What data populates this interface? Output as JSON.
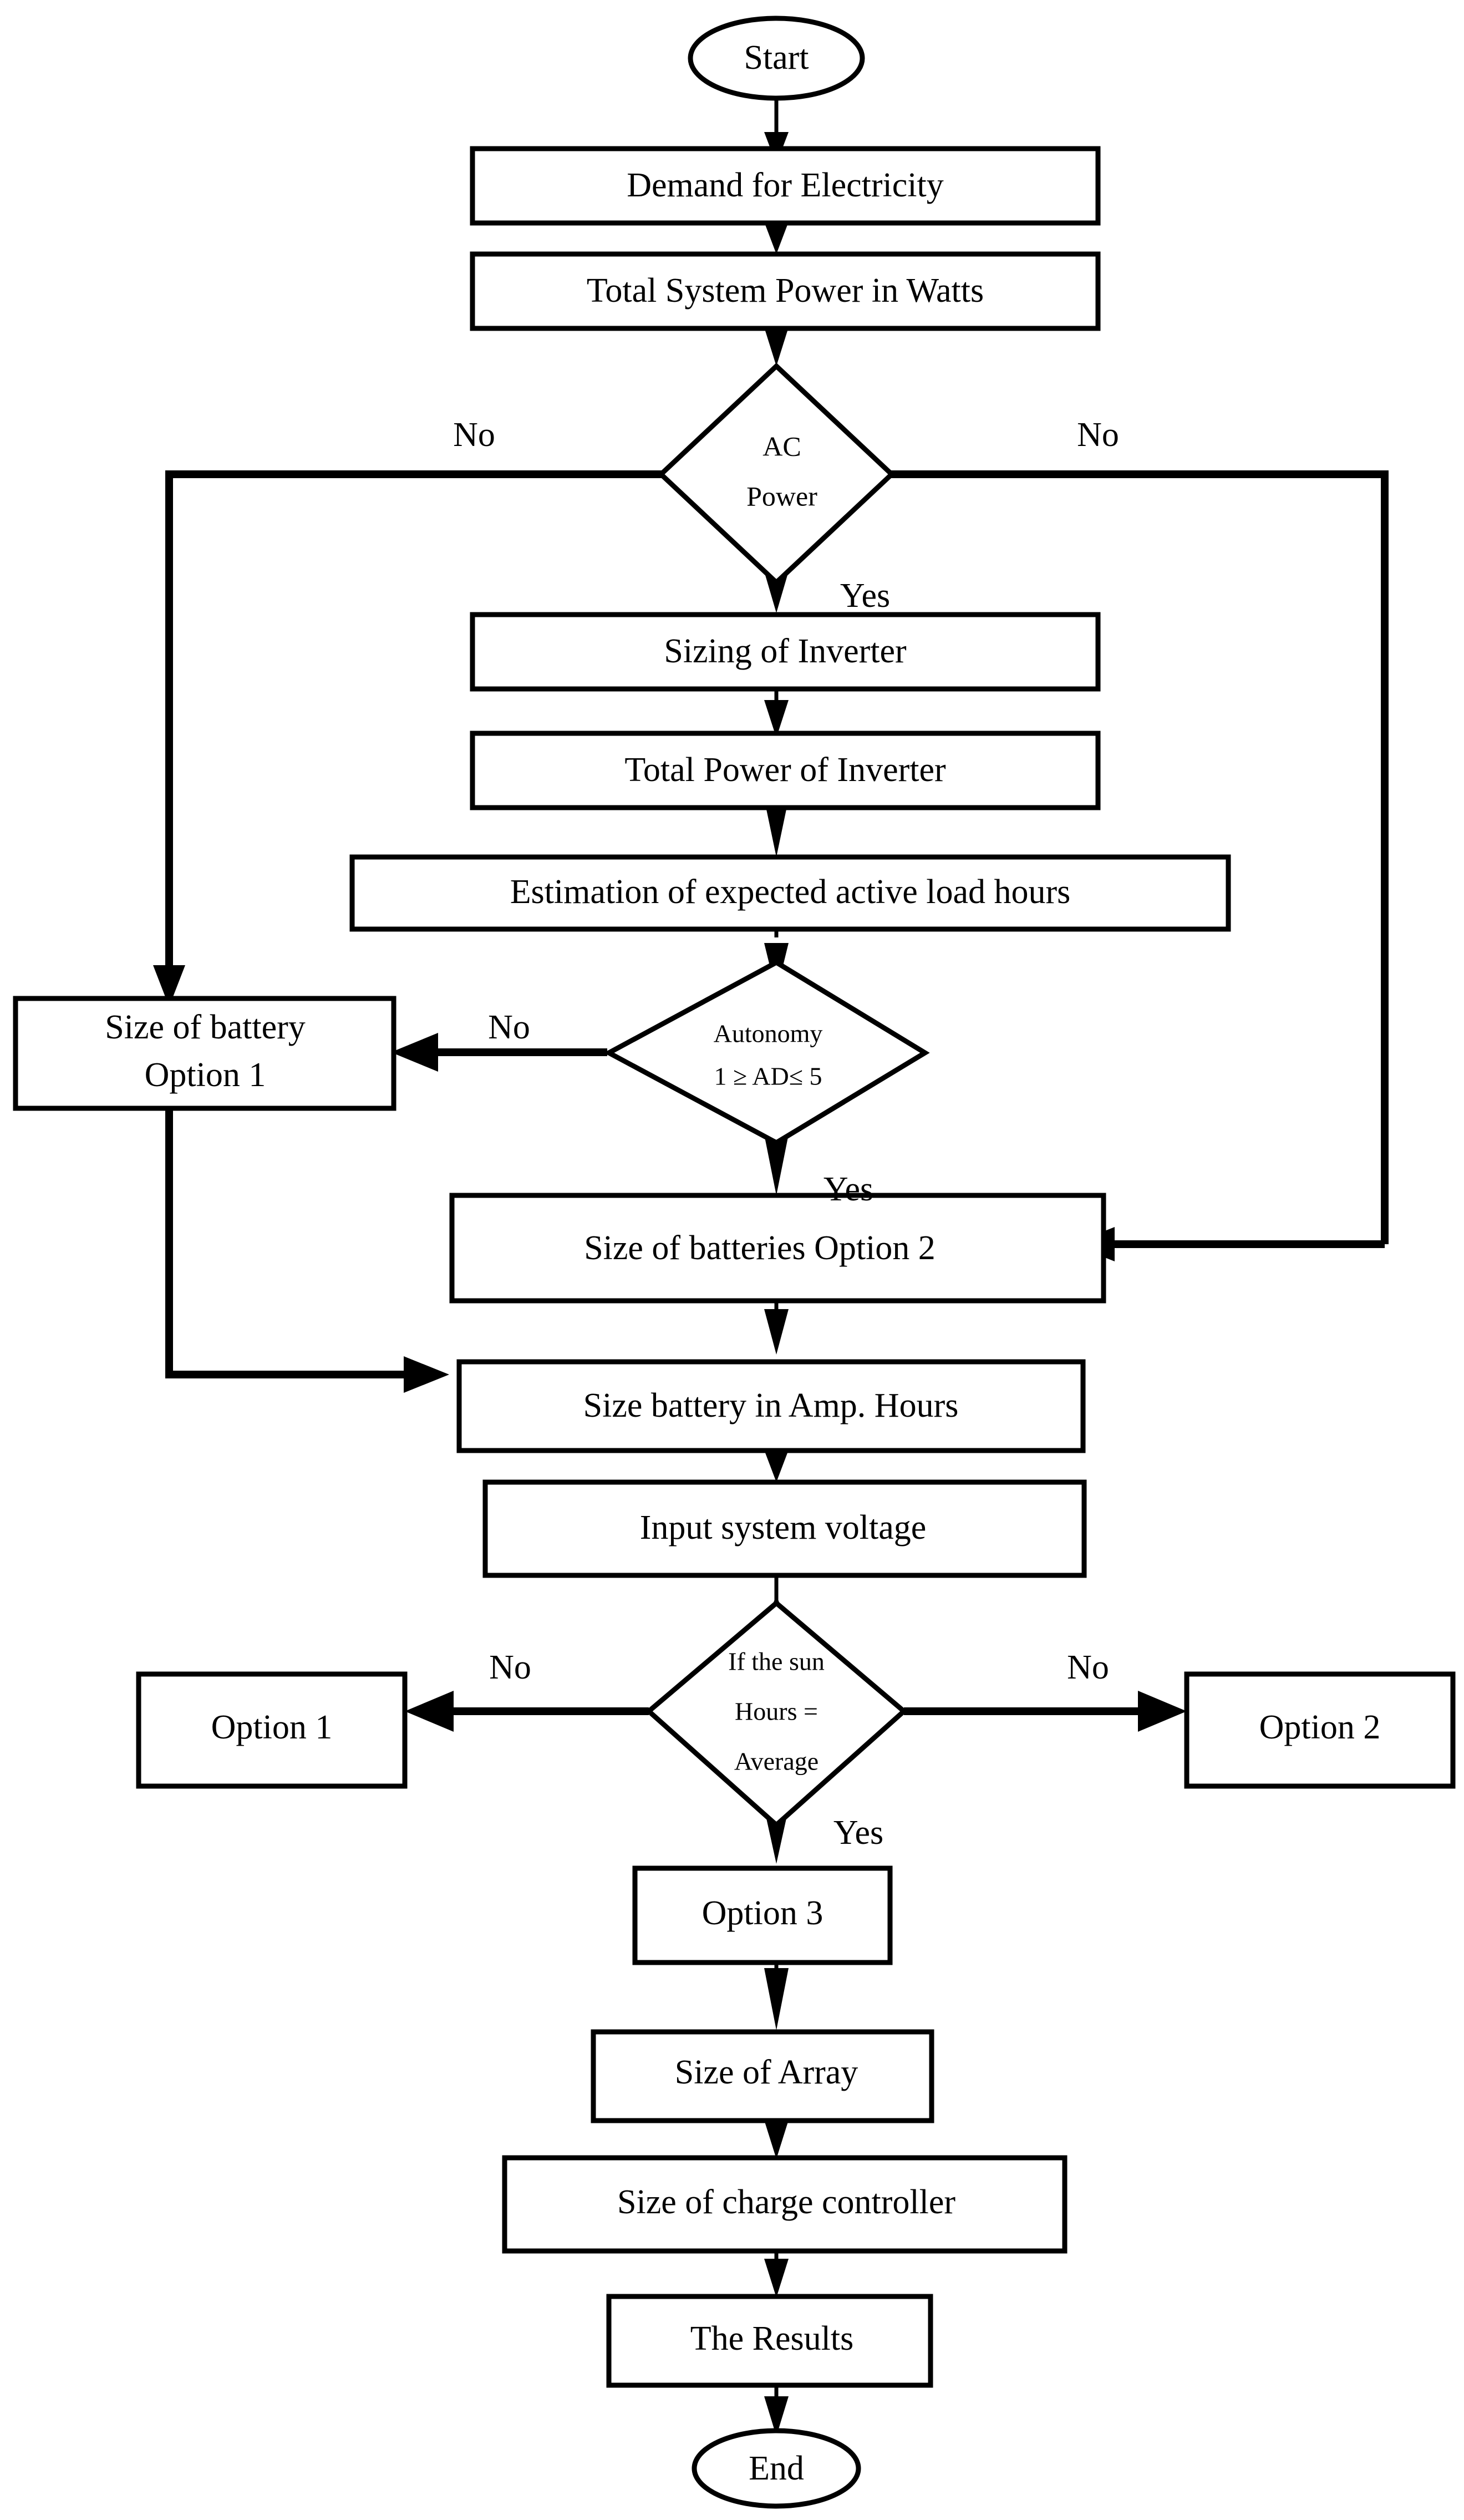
{
  "diagram": {
    "title": "PV system sizing flowchart",
    "type": "flowchart",
    "stroke_color": "#000000",
    "fill_color": "#ffffff",
    "nodes": {
      "start": {
        "label": "Start",
        "shape": "terminator"
      },
      "demand": {
        "label": "Demand for Electricity",
        "shape": "process"
      },
      "total_power": {
        "label": "Total System Power in Watts",
        "shape": "process"
      },
      "ac_power": {
        "label_line1": "AC",
        "label_line2": "Power",
        "shape": "decision"
      },
      "sizing_inverter": {
        "label": "Sizing of Inverter",
        "shape": "process"
      },
      "total_power_inverter": {
        "label": "Total Power of Inverter",
        "shape": "process"
      },
      "estimation": {
        "label": "Estimation of expected active load hours",
        "shape": "process"
      },
      "autonomy": {
        "label_line1": "Autonomy",
        "label_line2": "1 ≥ AD≤  5",
        "shape": "decision"
      },
      "battery_opt1": {
        "label_line1": "Size of battery",
        "label_line2": "Option 1",
        "shape": "process"
      },
      "batteries_opt2": {
        "label": "Size of batteries Option 2",
        "shape": "process"
      },
      "amp_hours": {
        "label": "Size battery in Amp. Hours",
        "shape": "process"
      },
      "input_voltage": {
        "label": "Input system voltage",
        "shape": "process"
      },
      "sun_hours": {
        "label_line1": "If the sun",
        "label_line2": "Hours =",
        "label_line3": "Average",
        "shape": "decision"
      },
      "option1": {
        "label": "Option 1",
        "shape": "process"
      },
      "option2": {
        "label": "Option 2",
        "shape": "process"
      },
      "option3": {
        "label": "Option 3",
        "shape": "process"
      },
      "size_array": {
        "label": "Size of Array",
        "shape": "process"
      },
      "charge_controller": {
        "label": "Size of charge controller",
        "shape": "process"
      },
      "results": {
        "label": "The Results",
        "shape": "process"
      },
      "end": {
        "label": "End",
        "shape": "terminator"
      }
    },
    "edge_labels": {
      "ac_no_left": "No",
      "ac_no_right": "No",
      "ac_yes": "Yes",
      "autonomy_no": "No",
      "autonomy_yes": "Yes",
      "sun_no_left": "No",
      "sun_no_right": "No",
      "sun_yes": "Yes"
    },
    "edges": [
      {
        "from": "start",
        "to": "demand",
        "label": ""
      },
      {
        "from": "demand",
        "to": "total_power",
        "label": ""
      },
      {
        "from": "total_power",
        "to": "ac_power",
        "label": ""
      },
      {
        "from": "ac_power",
        "to": "battery_opt1",
        "label": "No"
      },
      {
        "from": "ac_power",
        "to": "batteries_opt2",
        "label": "No"
      },
      {
        "from": "ac_power",
        "to": "sizing_inverter",
        "label": "Yes"
      },
      {
        "from": "sizing_inverter",
        "to": "total_power_inverter",
        "label": ""
      },
      {
        "from": "total_power_inverter",
        "to": "estimation",
        "label": ""
      },
      {
        "from": "estimation",
        "to": "autonomy",
        "label": ""
      },
      {
        "from": "autonomy",
        "to": "battery_opt1",
        "label": "No"
      },
      {
        "from": "autonomy",
        "to": "batteries_opt2",
        "label": "Yes"
      },
      {
        "from": "battery_opt1",
        "to": "amp_hours",
        "label": ""
      },
      {
        "from": "batteries_opt2",
        "to": "amp_hours",
        "label": ""
      },
      {
        "from": "amp_hours",
        "to": "input_voltage",
        "label": ""
      },
      {
        "from": "input_voltage",
        "to": "sun_hours",
        "label": ""
      },
      {
        "from": "sun_hours",
        "to": "option1",
        "label": "No"
      },
      {
        "from": "sun_hours",
        "to": "option2",
        "label": "No"
      },
      {
        "from": "sun_hours",
        "to": "option3",
        "label": "Yes"
      },
      {
        "from": "option3",
        "to": "size_array",
        "label": ""
      },
      {
        "from": "size_array",
        "to": "charge_controller",
        "label": ""
      },
      {
        "from": "charge_controller",
        "to": "results",
        "label": ""
      },
      {
        "from": "results",
        "to": "end",
        "label": ""
      }
    ]
  }
}
